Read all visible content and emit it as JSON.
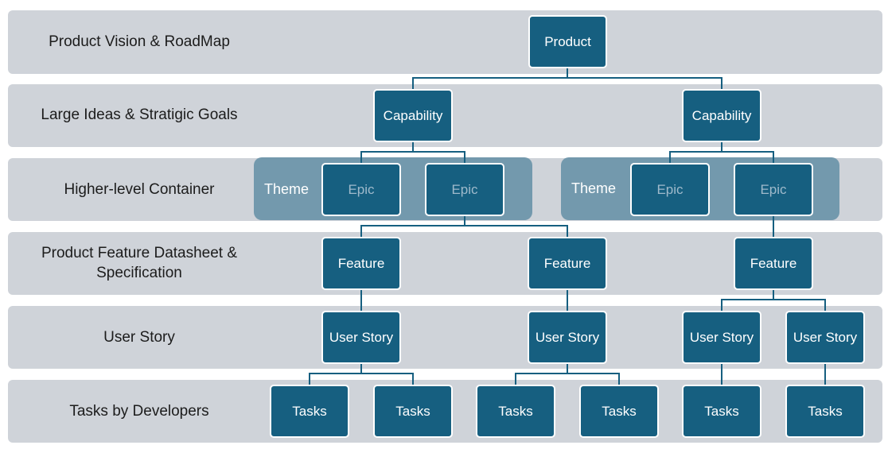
{
  "bands": [
    {
      "label": "Product Vision & RoadMap"
    },
    {
      "label": "Large Ideas & Stratigic Goals"
    },
    {
      "label": "Higher-level Container"
    },
    {
      "label": "Product Feature Datasheet &\nSpecification"
    },
    {
      "label": "User Story"
    },
    {
      "label": "Tasks by Developers"
    }
  ],
  "themes": [
    {
      "label": "Theme"
    },
    {
      "label": "Theme"
    }
  ],
  "nodes": {
    "product": "Product",
    "capability_1": "Capability",
    "capability_2": "Capability",
    "epic_1": "Epic",
    "epic_2": "Epic",
    "epic_3": "Epic",
    "epic_4": "Epic",
    "feature_1": "Feature",
    "feature_2": "Feature",
    "feature_3": "Feature",
    "story_1": "User Story",
    "story_2": "User Story",
    "story_3": "User Story",
    "story_4": "User Story",
    "task_1": "Tasks",
    "task_2": "Tasks",
    "task_3": "Tasks",
    "task_4": "Tasks",
    "task_5": "Tasks",
    "task_6": "Tasks"
  },
  "colors": {
    "band": "#cfd3d9",
    "node": "#165f80",
    "theme": "#7399ad",
    "connector": "#165f80"
  }
}
